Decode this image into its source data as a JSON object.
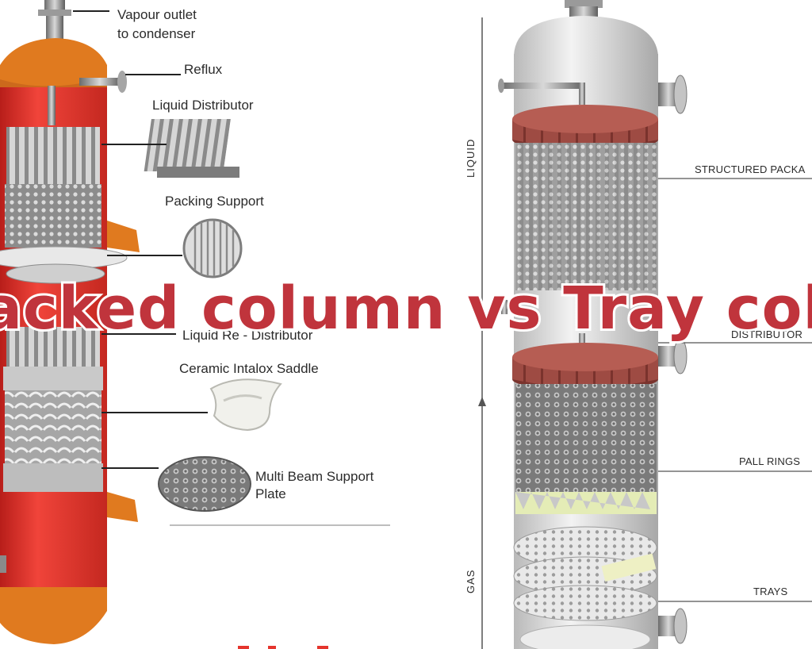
{
  "left_column": {
    "labels": {
      "vapour_outlet_line1": "Vapour outlet",
      "vapour_outlet_line2": "to condenser",
      "reflux": "Reflux",
      "liquid_distributor": "Liquid Distributor",
      "packing_support": "Packing Support",
      "liquid_redistributor": "Liquid Re - Distributor",
      "ceramic_saddle": "Ceramic Intalox Saddle",
      "multi_beam_line1": "Multi Beam Support",
      "multi_beam_line2": "Plate"
    },
    "colors": {
      "shell": "#e5352d",
      "caps": "#e07a1f",
      "packing": "#9a9a9a"
    }
  },
  "right_column": {
    "labels": {
      "structured_packing": "STRUCTURED PACKA",
      "distributor": "DISTRIBUTOR",
      "pall_rings": "PALL RINGS",
      "trays": "TRAYS"
    },
    "axis": {
      "liquid": "LIQUID",
      "gas": "GAS"
    },
    "colors": {
      "shell": "#d8d8d8",
      "distributor_plate": "#9e4b43"
    }
  },
  "banner": {
    "text": "acked column vs Tray colu",
    "color": "#c0343c"
  }
}
